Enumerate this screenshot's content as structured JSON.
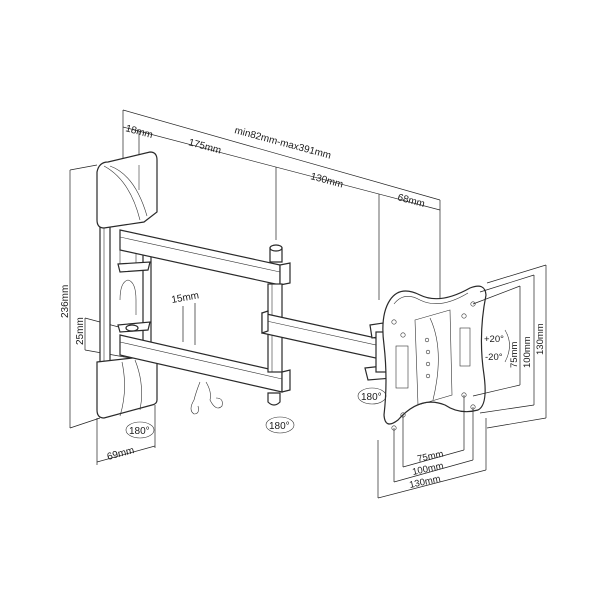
{
  "diagram": {
    "subject": "Articulating TV wall mount bracket dimension drawing",
    "dimensions": {
      "reach_range": "min82mm-max391mm",
      "wall_plate_depth": "18mm",
      "arm1_length": "175mm",
      "arm2_length": "130mm",
      "head_depth": "68mm",
      "wall_plate_height": "236mm",
      "arm_offset": "25mm",
      "arm_thickness": "15mm",
      "wall_plate_width": "69mm",
      "vesa_h_small": "75mm",
      "vesa_h_mid": "100mm",
      "vesa_h_large": "130mm",
      "vesa_v_small": "75mm",
      "vesa_v_mid": "100mm",
      "vesa_v_large": "130mm"
    },
    "rotations": {
      "wall_pivot": "180°",
      "elbow_pivot": "180°",
      "head_pivot": "180°"
    },
    "tilt": {
      "up": "+20°",
      "down": "-20°"
    },
    "colors": {
      "line": "#1a1a1a",
      "background": "#ffffff"
    }
  }
}
